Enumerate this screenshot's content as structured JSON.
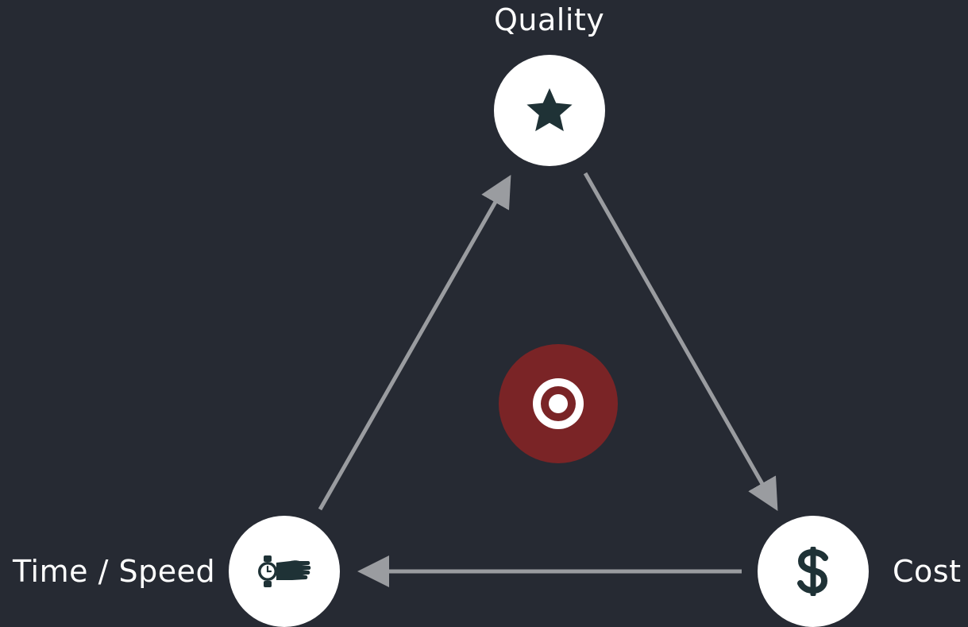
{
  "nodes": {
    "quality": {
      "label": "Quality",
      "icon": "star-icon"
    },
    "time_speed": {
      "label": "Time / Speed",
      "icon": "wristwatch-icon"
    },
    "cost": {
      "label": "Cost",
      "icon": "dollar-icon"
    }
  },
  "center": {
    "icon": "target-icon"
  },
  "colors": {
    "background": "#262a33",
    "node_fill": "#ffffff",
    "icon_color": "#1f3236",
    "arrow_color": "#9a9ca0",
    "center_fill": "#7a2426"
  }
}
